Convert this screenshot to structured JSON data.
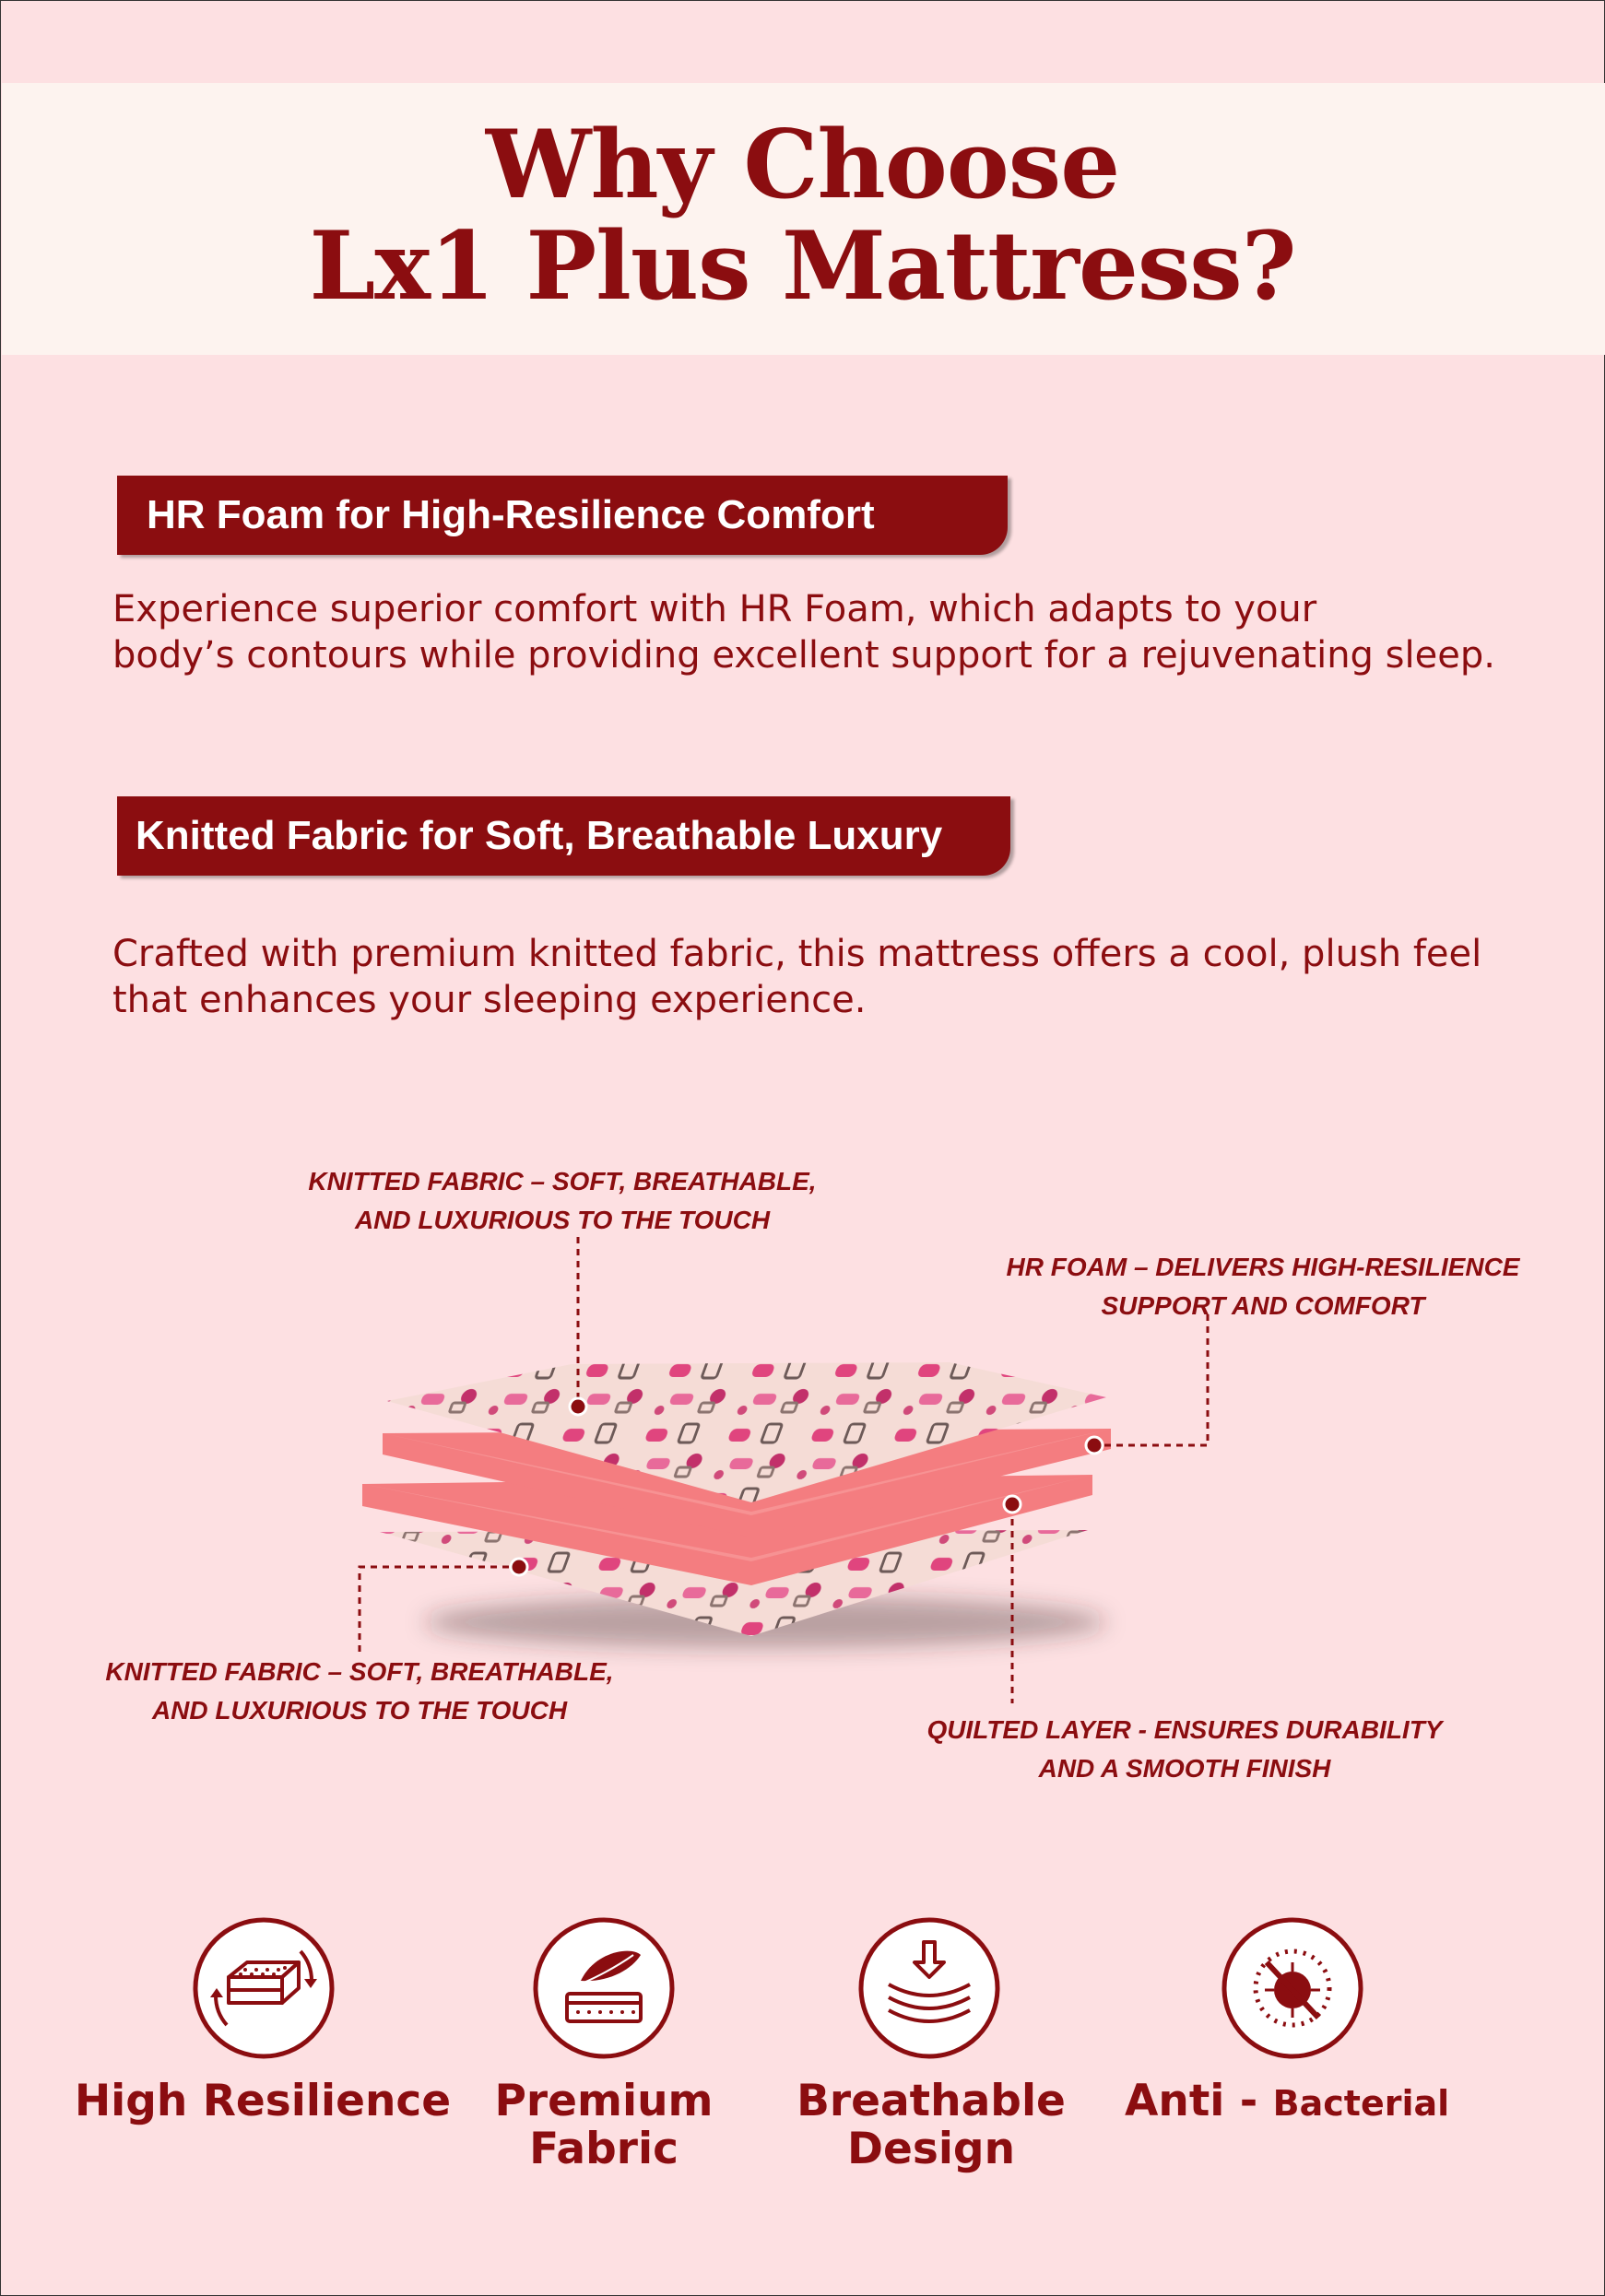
{
  "header": {
    "title_line1": "Why Choose",
    "title_line2": "Lx1 Plus Mattress?"
  },
  "sections": [
    {
      "heading": "HR Foam for High-Resilience Comfort",
      "body_line1": "Experience superior comfort with HR Foam, which adapts to your",
      "body_line2": "body’s contours while providing excellent support for a rejuvenating sleep."
    },
    {
      "heading": "Knitted Fabric for Soft, Breathable Luxury",
      "body_line1": "Crafted with premium knitted fabric, this mattress offers a cool, plush feel",
      "body_line2": "that enhances your sleeping experience."
    }
  ],
  "diagram": {
    "labels": {
      "top_left": [
        "KNITTED FABRIC – SOFT, BREATHABLE,",
        "AND LUXURIOUS TO THE TOUCH"
      ],
      "top_right": [
        "HR FOAM – DELIVERS HIGH-RESILIENCE",
        "SUPPORT AND COMFORT"
      ],
      "bottom_left": [
        "KNITTED FABRIC – SOFT, BREATHABLE,",
        "AND LUXURIOUS TO THE TOUCH"
      ],
      "bottom_right": [
        "QUILTED LAYER - ENSURES DURABILITY",
        "AND A SMOOTH FINISH"
      ]
    }
  },
  "features": [
    {
      "icon": "mattress-rotate-icon",
      "label_line1": "High Resilience",
      "label_line2": ""
    },
    {
      "icon": "feather-mattress-icon",
      "label_line1": "Premium",
      "label_line2": "Fabric"
    },
    {
      "icon": "breathable-layers-icon",
      "label_line1": "Breathable",
      "label_line2": "Design"
    },
    {
      "icon": "anti-bacterial-icon",
      "label_big": "Anti -",
      "label_small": "Bacterial"
    }
  ],
  "colors": {
    "background": "#fde0e2",
    "title_band": "#fdf3ef",
    "accent": "#8b0d10",
    "foam": "#f47d80"
  }
}
